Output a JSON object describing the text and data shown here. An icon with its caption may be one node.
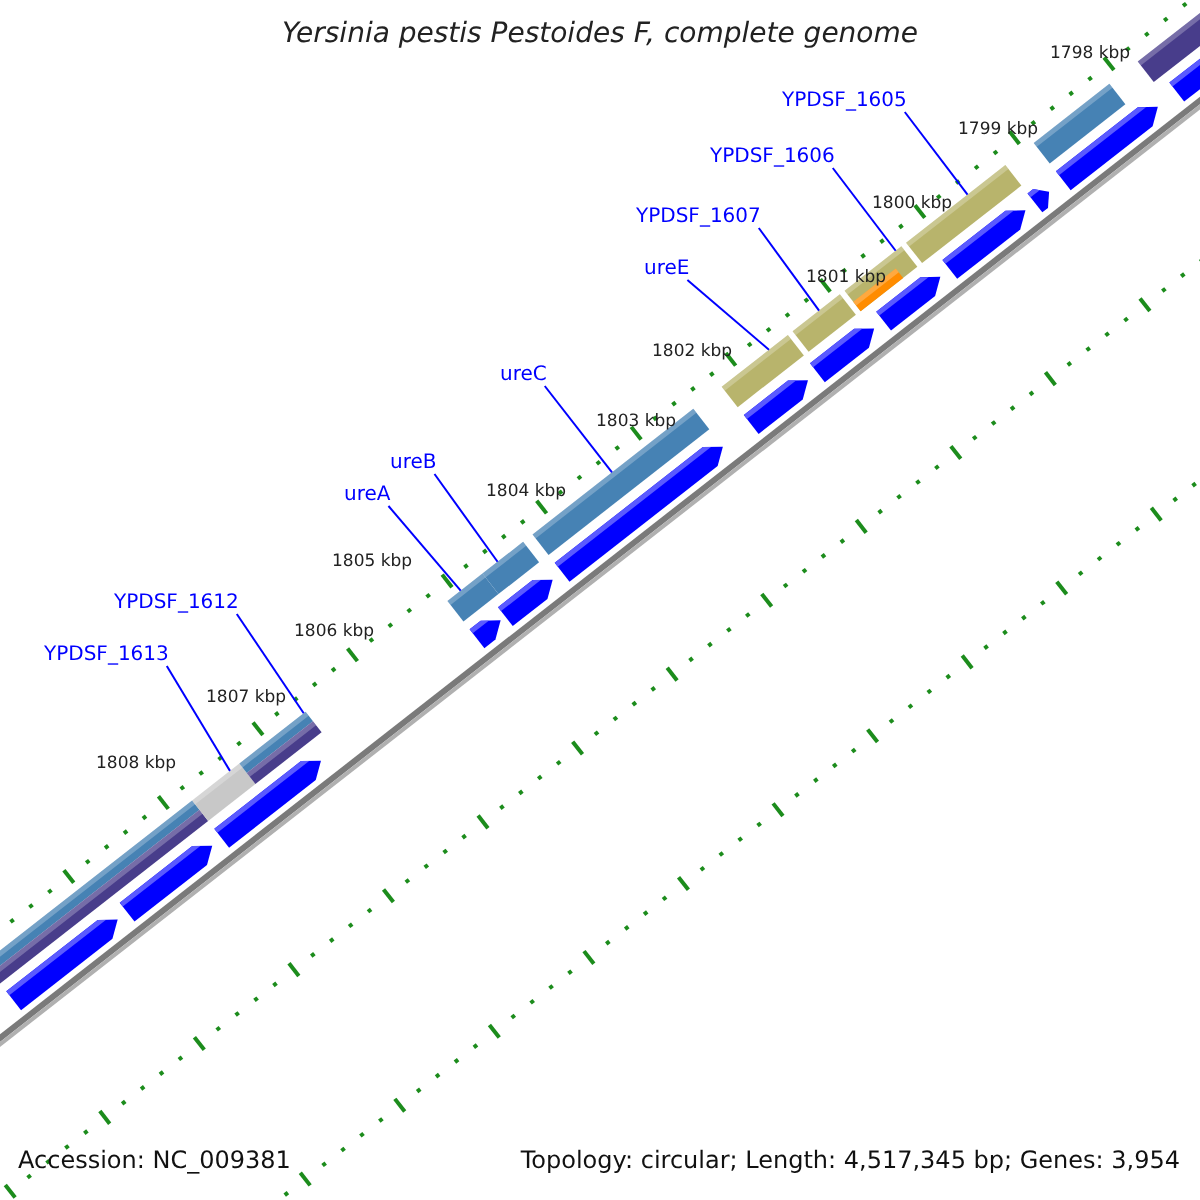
{
  "diagram": {
    "title": "Yersinia pestis Pestoides F, complete genome",
    "nodes": [
      {
        "text": [
          "YPDSF_1605"
        ]
      },
      {
        "text": [
          "YPDSF_1606"
        ]
      },
      {
        "text": [
          "YPDSF_1607"
        ]
      },
      {
        "text": [
          "ureE"
        ]
      },
      {
        "text": [
          "ureC"
        ]
      },
      {
        "text": [
          "ureB"
        ]
      },
      {
        "text": [
          "ureA"
        ]
      },
      {
        "text": [
          "YPDSF_1612"
        ]
      },
      {
        "text": [
          "YPDSF_1613"
        ]
      },
      {
        "text": [],
        "shape": "bar"
      },
      {
        "text": [],
        "shape": "bar"
      },
      {
        "text": [],
        "shape": "bar"
      },
      {
        "text": [],
        "shape": "bar"
      },
      {
        "text": [],
        "shape": "bar"
      },
      {
        "text": [],
        "shape": "bar"
      },
      {
        "text": [],
        "shape": "bar"
      },
      {
        "text": [],
        "shape": "bar"
      },
      {
        "text": [],
        "shape": "bar"
      }
    ],
    "edges": [
      {
        "from": 0,
        "to": 17,
        "arrow": "none"
      },
      {
        "from": 1,
        "to": 16,
        "arrow": "none"
      },
      {
        "from": 2,
        "to": 15,
        "arrow": "none"
      },
      {
        "from": 3,
        "to": 14,
        "arrow": "none"
      },
      {
        "from": 4,
        "to": 13,
        "arrow": "none"
      },
      {
        "from": 5,
        "to": 12,
        "arrow": "none"
      },
      {
        "from": 6,
        "to": 11,
        "arrow": "none"
      },
      {
        "from": 7,
        "to": 10,
        "arrow": "none"
      },
      {
        "from": 8,
        "to": 9,
        "arrow": "none"
      }
    ],
    "labels": [
      "1798 kbp",
      "1799 kbp",
      "1800 kbp",
      "1801 kbp",
      "1802 kbp",
      "1803 kbp",
      "1804 kbp",
      "1805 kbp",
      "1806 kbp",
      "1807 kbp",
      "1808 kbp",
      "Accession: NC_009381",
      "Topology: circular; Length: 4,517,345 bp; Genes: 3,954"
    ]
  }
}
